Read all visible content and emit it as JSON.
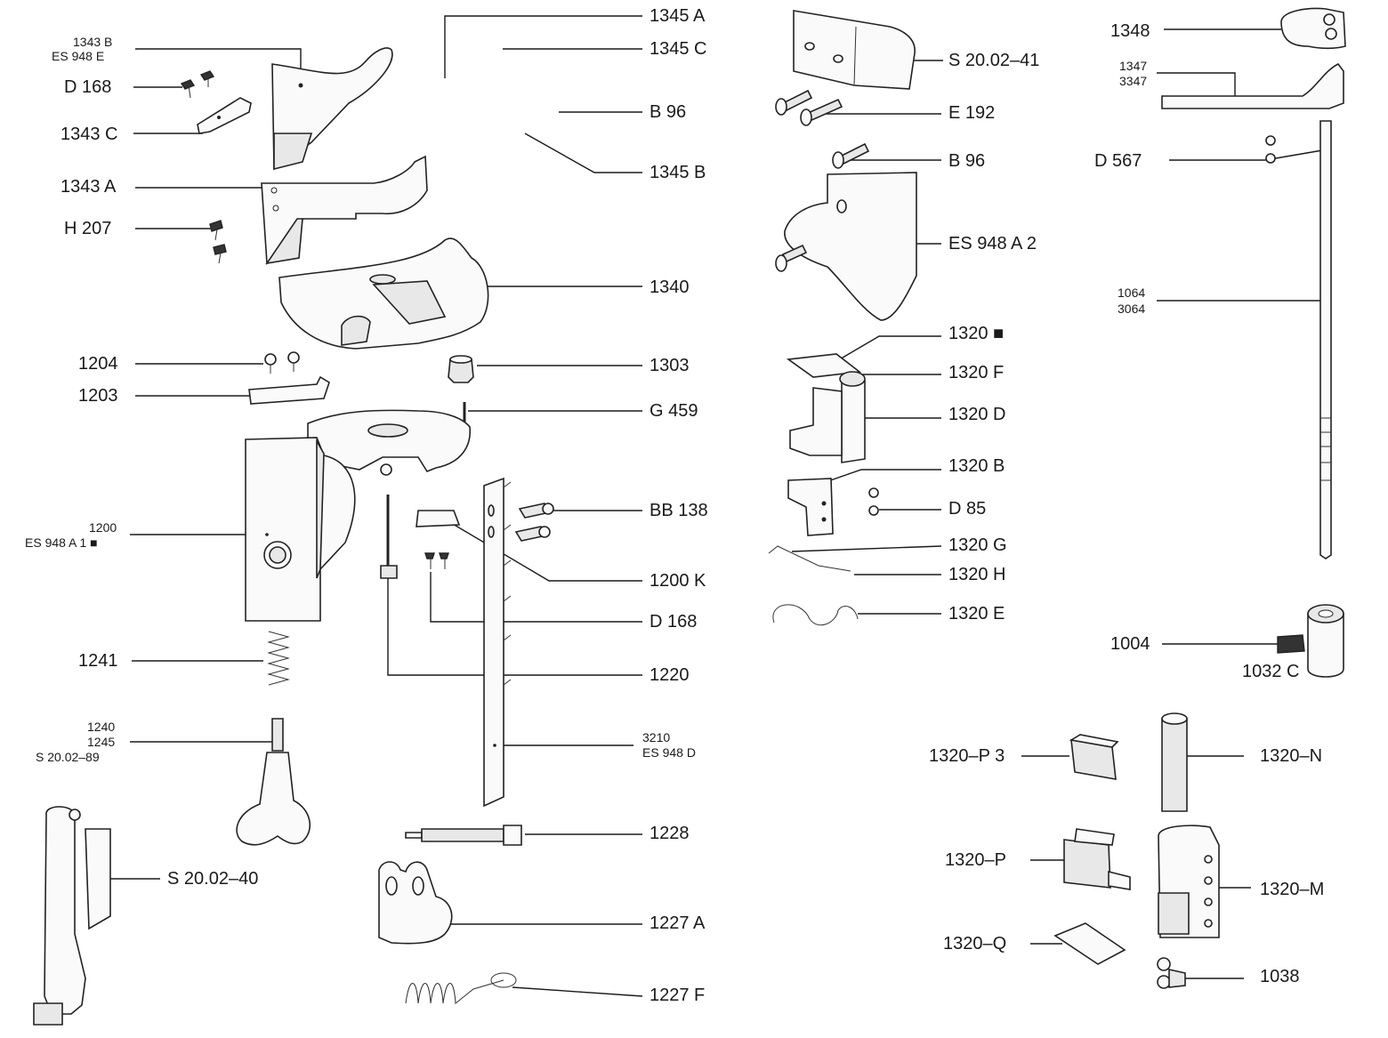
{
  "diagram": {
    "labels": {
      "l1345a": "1345 A",
      "l1345c": "1345 C",
      "lb96a": "B 96",
      "l1345b": "1345 B",
      "l1343b": "1343 B",
      "les948e": "ES 948 E",
      "ld168a": "D 168",
      "l1343c": "1343 C",
      "l1343a": "1343 A",
      "lh207": "H 207",
      "l1340": "1340",
      "l1204": "1204",
      "l1203": "1203",
      "l1303": "1303",
      "lg459": "G 459",
      "l1200": "1200",
      "les948a1": "ES 948 A 1 ■",
      "lbb138": "BB 138",
      "l1200k": "1200 K",
      "ld168b": "D 168",
      "l1241": "1241",
      "l1220": "1220",
      "l1240": "1240",
      "l1245": "1245",
      "ls2002_89": "S 20.02–89",
      "l3210": "3210",
      "les948d": "ES 948 D",
      "ls2002_40": "S 20.02–40",
      "l1228": "1228",
      "l1227a": "1227 A",
      "l1227f": "1227 F",
      "ls2002_41": "S 20.02–41",
      "le192": "E 192",
      "lb96b": "B 96",
      "les948a2": "ES 948 A 2",
      "l1320": "1320 ■",
      "l1320f": "1320 F",
      "l1320d": "1320 D",
      "l1320b": "1320 B",
      "ld85": "D 85",
      "l1320g": "1320 G",
      "l1320h": "1320 H",
      "l1320e": "1320 E",
      "l1348": "1348",
      "l1347": "1347",
      "l3347": "3347",
      "ld567": "D 567",
      "l1064": "1064",
      "l3064": "3064",
      "l1004": "1004",
      "l1032c": "1032 C",
      "l1320p3": "1320–P 3",
      "l1320n": "1320–N",
      "l1320p": "1320–P",
      "l1320m": "1320–M",
      "l1320q": "1320–Q",
      "l1038": "1038"
    }
  }
}
